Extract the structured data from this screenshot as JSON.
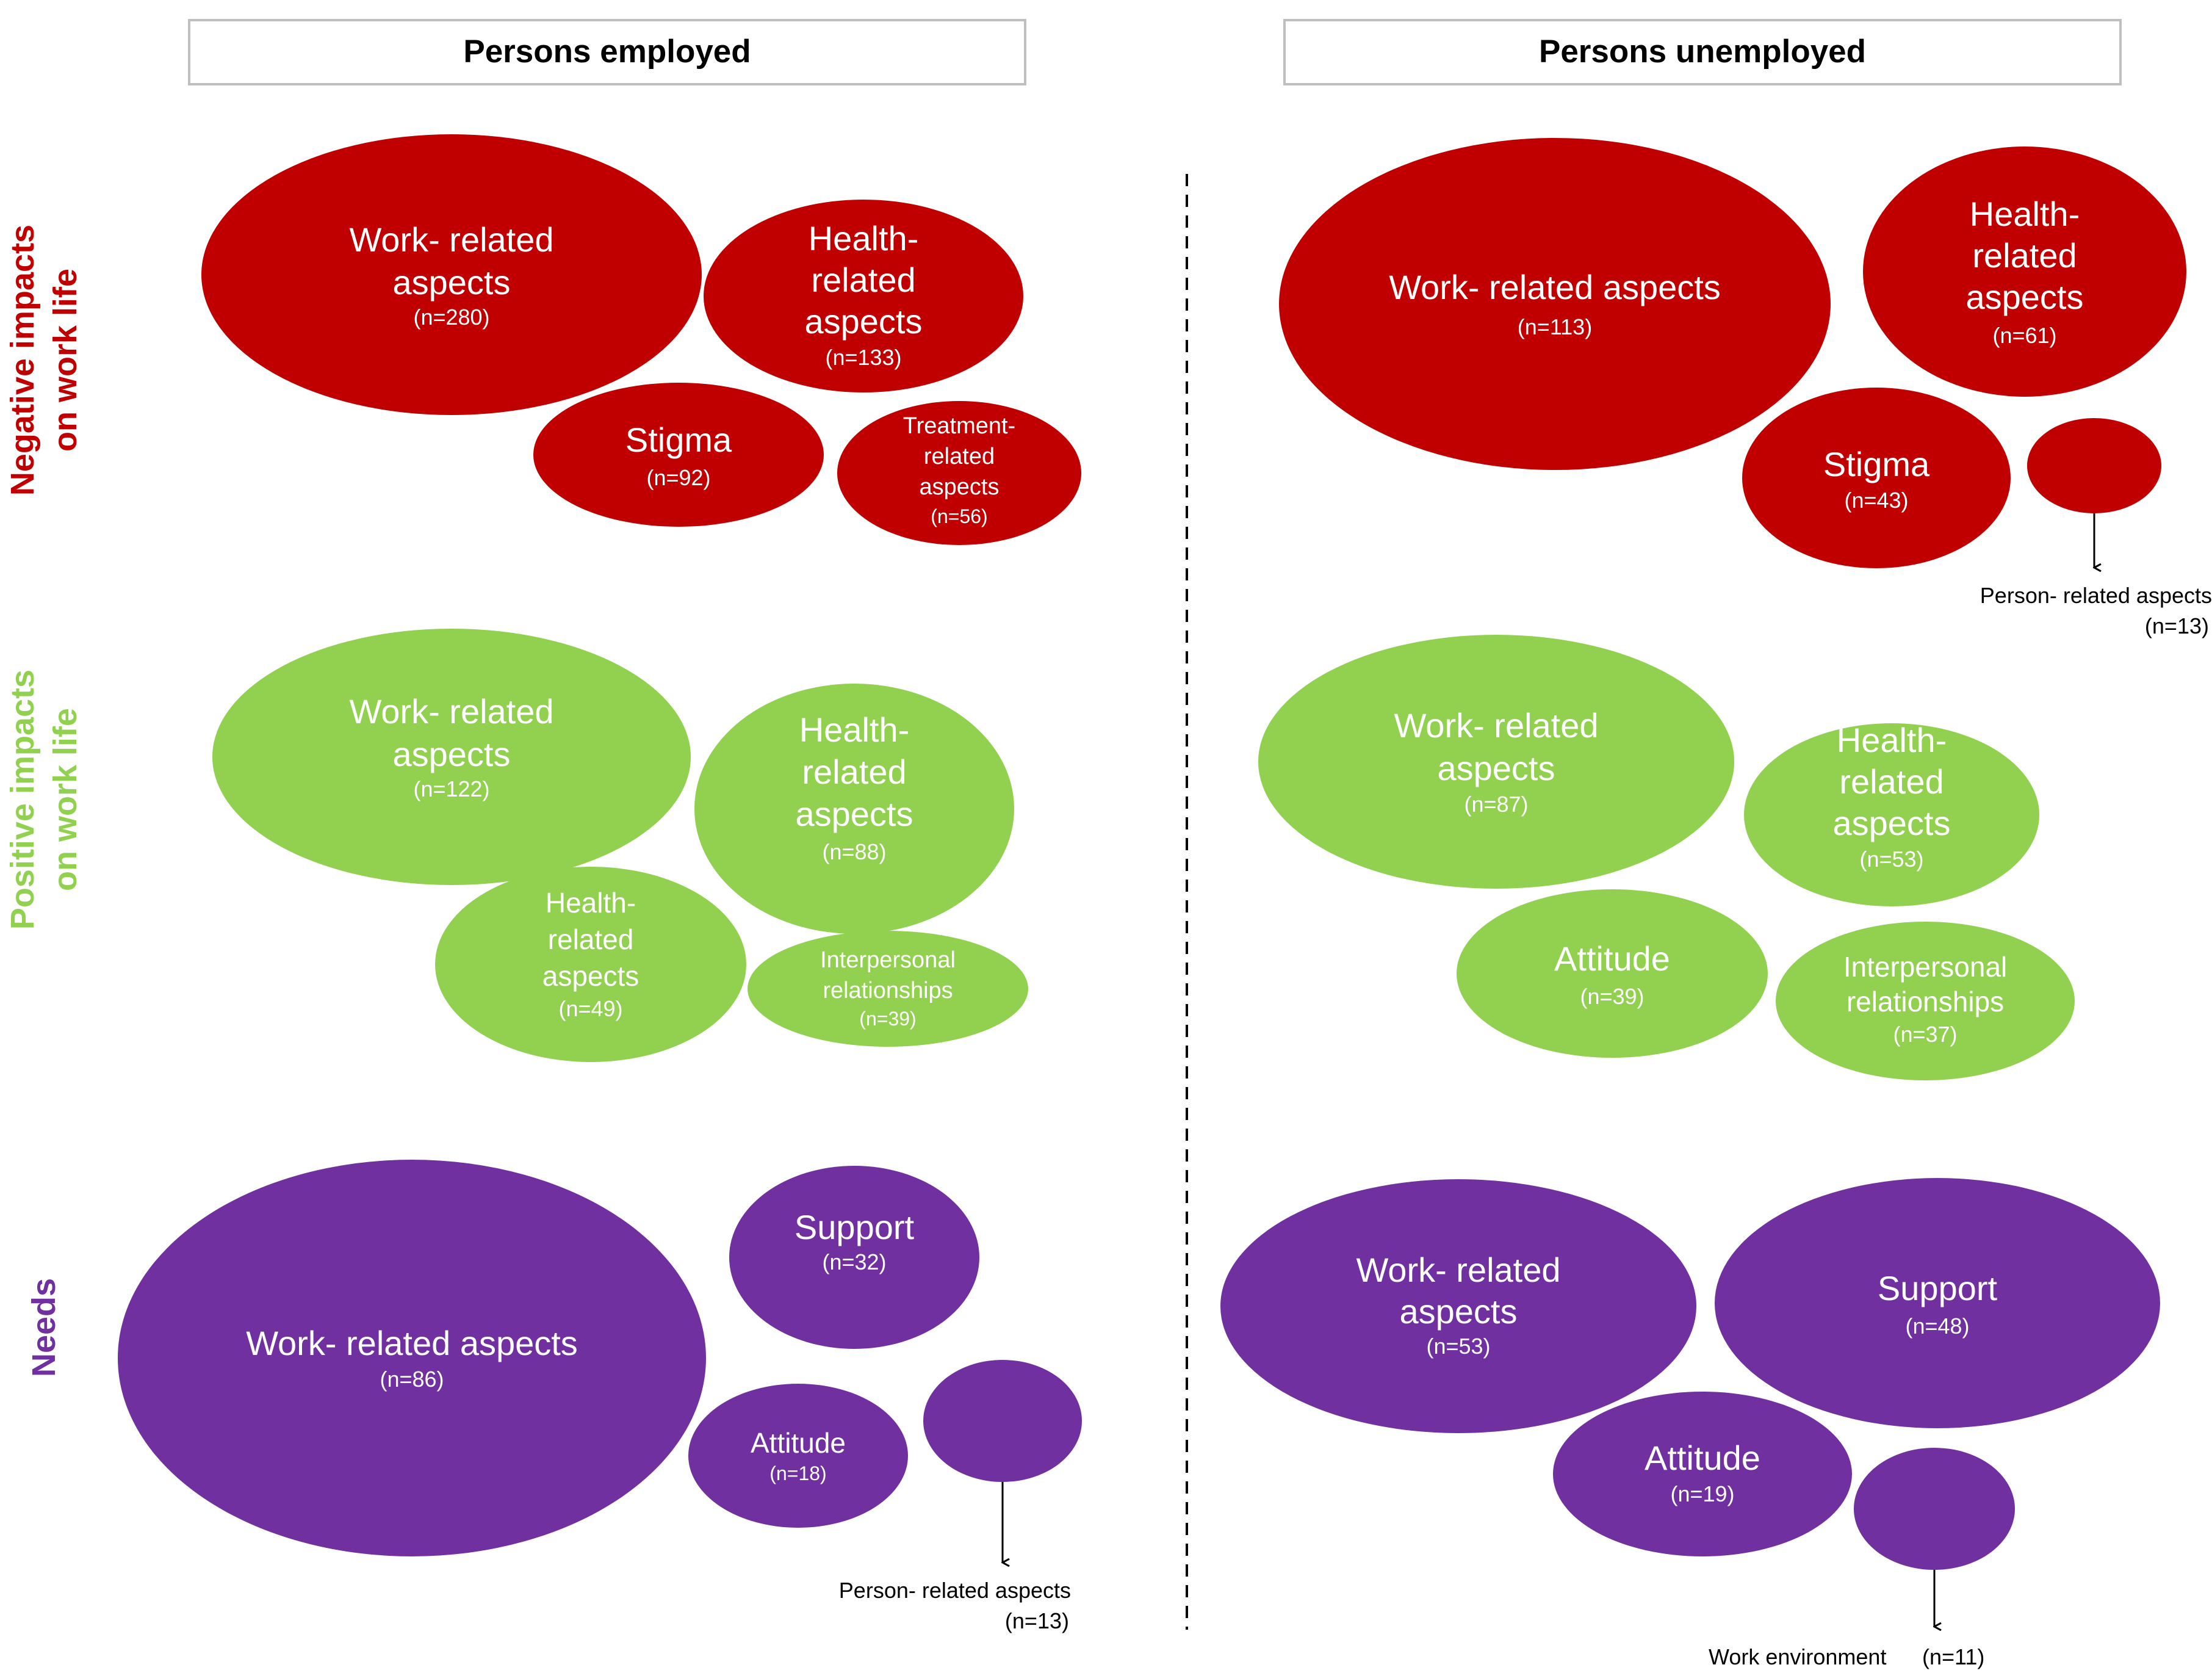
{
  "columns": {
    "employed": "Persons employed",
    "unemployed": "Persons unemployed"
  },
  "rows": {
    "negative_line1": "Negative impacts",
    "negative_line2": "on work life",
    "positive_line1": "Positive impacts",
    "positive_line2": "on work life",
    "needs": "Needs"
  },
  "colors": {
    "negative": "#C00000",
    "positive": "#92D050",
    "needs": "#7030A0"
  },
  "employed": {
    "negative": {
      "work": {
        "l1": "Work- related",
        "l2": "aspects",
        "n": "(n=280)"
      },
      "health": {
        "l1": "Health-",
        "l2": "related",
        "l3": "aspects",
        "n": "(n=133)"
      },
      "stigma": {
        "l1": "Stigma",
        "n": "(n=92)"
      },
      "treatment": {
        "l1": "Treatment-",
        "l2": "related",
        "l3": "aspects",
        "n": "(n=56)"
      }
    },
    "positive": {
      "work": {
        "l1": "Work- related",
        "l2": "aspects",
        "n": "(n=122)"
      },
      "health": {
        "l1": "Health-",
        "l2": "related",
        "l3": "aspects",
        "n": "(n=88)"
      },
      "health2": {
        "l1": "Health-",
        "l2": "related",
        "l3": "aspects",
        "n": "(n=49)"
      },
      "interpersonal": {
        "l1": "Interpersonal",
        "l2": "relationships",
        "n": "(n=39)"
      }
    },
    "needs": {
      "work": {
        "l1": "Work- related aspects",
        "n": "(n=86)"
      },
      "support": {
        "l1": "Support",
        "n": "(n=32)"
      },
      "attitude": {
        "l1": "Attitude",
        "n": "(n=18)"
      },
      "person": {
        "l1": "Person- related  aspects",
        "n": "(n=13)"
      }
    }
  },
  "unemployed": {
    "negative": {
      "work": {
        "l1": "Work- related aspects",
        "n": "(n=113)"
      },
      "health": {
        "l1": "Health-",
        "l2": "related",
        "l3": "aspects",
        "n": "(n=61)"
      },
      "stigma": {
        "l1": "Stigma",
        "n": "(n=43)"
      },
      "person": {
        "l1": "Person- related  aspects",
        "n": "(n=13)"
      }
    },
    "positive": {
      "work": {
        "l1": "Work- related",
        "l2": "aspects",
        "n": "(n=87)"
      },
      "health": {
        "l1": "Health-",
        "l2": "related",
        "l3": "aspects",
        "n": "(n=53)"
      },
      "attitude": {
        "l1": "Attitude",
        "n": "(n=39)"
      },
      "interpersonal": {
        "l1": "Interpersonal",
        "l2": "relationships",
        "n": "(n=37)"
      }
    },
    "needs": {
      "work": {
        "l1": "Work- related",
        "l2": "aspects",
        "n": "(n=53)"
      },
      "support": {
        "l1": "Support",
        "n": "(n=48)"
      },
      "attitude": {
        "l1": "Attitude",
        "n": "(n=19)"
      },
      "environment": {
        "l1": "Work environment",
        "n": "(n=11)"
      }
    }
  }
}
